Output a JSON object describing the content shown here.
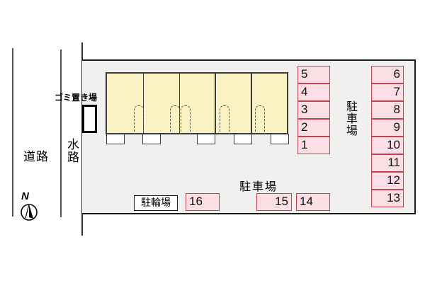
{
  "site_plan": {
    "labels": {
      "garbage_area": "ゴミ置き場",
      "road": "道路",
      "waterway": "水路",
      "north": "N",
      "parking_lot_right": "駐車場",
      "parking_lot_bottom": "駐車場",
      "bicycle_parking": "駐輪場"
    },
    "building": {
      "units": 5
    },
    "parking_spots": {
      "left_column": [
        "5",
        "4",
        "3",
        "2",
        "1"
      ],
      "right_column": [
        "6",
        "7",
        "8",
        "9",
        "10",
        "11",
        "12",
        "13"
      ],
      "bottom_row": [
        "16",
        "15",
        "14"
      ]
    },
    "colors": {
      "site_fill": "#f0f0ee",
      "building_fill": "#faf2c3",
      "spot_fill": "#fcdee5",
      "spot_border": "#c8404e"
    }
  }
}
